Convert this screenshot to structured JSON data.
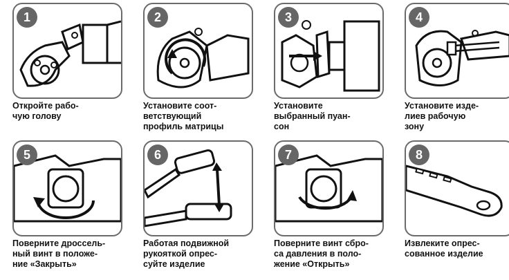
{
  "steps": [
    {
      "number": "1",
      "caption": "Откройте рабо-\nчую голову",
      "icon": "open-head-icon"
    },
    {
      "number": "2",
      "caption": "Установите соот-\nветствующий\nпрофиль матрицы",
      "icon": "rotate-die-icon"
    },
    {
      "number": "3",
      "caption": "Установите\nвыбранный пуан-\nсон",
      "icon": "insert-punch-icon"
    },
    {
      "number": "4",
      "caption": "Установите изде-\nлиев рабочую\nзону",
      "icon": "insert-workpiece-icon"
    },
    {
      "number": "5",
      "caption": "Поверните дроссель-\nный винт в положе-\nние «Закрыть»",
      "icon": "close-valve-icon"
    },
    {
      "number": "6",
      "caption": "Работая подвижной\nрукояткой опрес-\nсуйте изделие",
      "icon": "pump-handle-icon"
    },
    {
      "number": "7",
      "caption": "Поверните винт сбро-\nса давления в поло-\nжение «Открыть»",
      "icon": "open-valve-icon"
    },
    {
      "number": "8",
      "caption": "Извлеките опрес-\nсованное изделие",
      "icon": "crimped-lug-icon"
    }
  ]
}
